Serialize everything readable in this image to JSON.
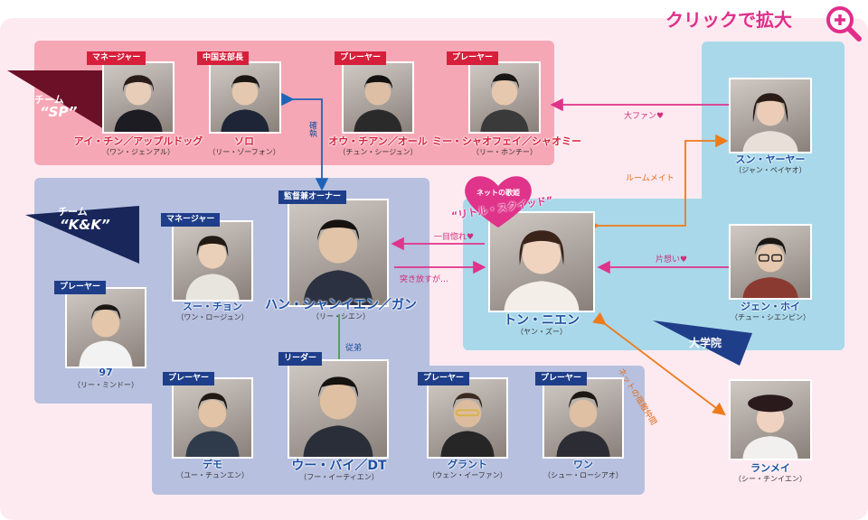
{
  "header": {
    "click_zoom": "クリックで拡大"
  },
  "teams": {
    "sp": {
      "line1": "チーム",
      "line2": "“SP”"
    },
    "kk": {
      "line1": "チーム",
      "line2": "“K&K”"
    },
    "univ": {
      "label": "大学院"
    }
  },
  "characters": {
    "ai_chin": {
      "role": "マネージャー",
      "name": "アイ・チン／アップルドッグ",
      "actor": "（ワン・ジェンアル）"
    },
    "solo": {
      "role": "中国支部長",
      "name": "ソロ",
      "actor": "（リー・ゾーフォン）"
    },
    "ou_chan": {
      "role": "プレーヤー",
      "name": "オウ・チアン／オール",
      "actor": "（チュン・シージュン）"
    },
    "mi_shao": {
      "role": "プレーヤー",
      "name": "ミー・シャオフェイ／シャオミー",
      "actor": "（リー・ホンチー）"
    },
    "han": {
      "role": "監督兼オーナー",
      "name": "ハン・シャンイエン／ガン",
      "actor": "（リー・シエン）"
    },
    "su_chon": {
      "role": "マネージャー",
      "name": "スー・チョン",
      "actor": "（ワン・ロージュン）"
    },
    "p97": {
      "role": "プレーヤー",
      "name": "97",
      "actor": "（リー・ミンドー）"
    },
    "demo": {
      "role": "プレーヤー",
      "name": "デモ",
      "actor": "（ユー・チュンエン）"
    },
    "wu_bai": {
      "role": "リーダー",
      "name": "ウー・バイ／DT",
      "actor": "（フー・イーティエン）"
    },
    "grant": {
      "role": "プレーヤー",
      "name": "グラント",
      "actor": "（ウェン・イーファン）"
    },
    "wan": {
      "role": "プレーヤー",
      "name": "ワン",
      "actor": "（シュー・ローシアオ）"
    },
    "ton": {
      "badge_line1": "ネットの歌姫",
      "badge_line2": "“リトル・スクイッド”",
      "name": "トン・ニエン",
      "actor": "（ヤン・ズー）"
    },
    "sun": {
      "name": "スン・ヤーヤー",
      "actor": "（ジャン・ペイヤオ）"
    },
    "jeng": {
      "name": "ジェン・ホイ",
      "actor": "（チュー・シエンピン）"
    },
    "ran": {
      "name": "ランメイ",
      "actor": "（シー・チンイエン）"
    }
  },
  "relations": {
    "kakunin": "確執",
    "daifan": "大ファン♥",
    "roommate": "ルームメイト",
    "hitomebore": "一目惚れ♥",
    "tsukihanasu": "突き放すが…",
    "kataomoi": "片想い♥",
    "juutei": "従弟",
    "net_kenen": "ネットの宿敵仲間"
  },
  "colors": {
    "pink_arrow": "#e0338a",
    "orange_arrow": "#ee7a1c",
    "navy_arrow": "#1f63b8",
    "green_line": "#4e9a5b"
  }
}
